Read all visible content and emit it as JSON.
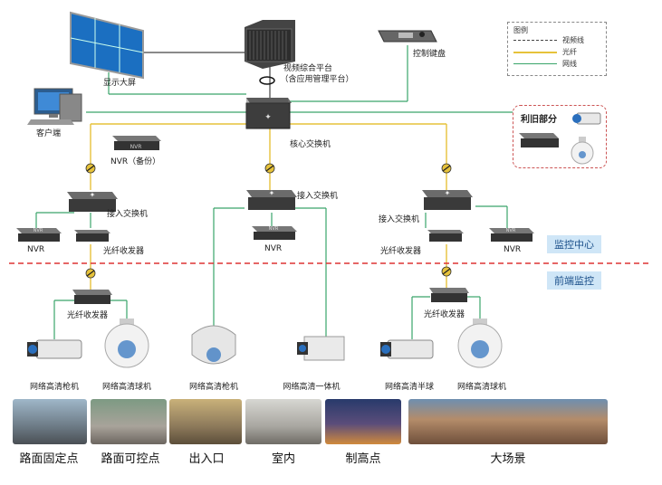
{
  "top": {
    "display_wall": "显示大屏",
    "platform_line1": "视频综合平台",
    "platform_line2": "（含应用管理平台）",
    "keyboard": "控制键盘",
    "client": "客户端"
  },
  "legend": {
    "title": "图例",
    "video_line": "视频线",
    "fiber": "光纤",
    "network": "网线",
    "colors": {
      "video_line": "#444444",
      "fiber": "#e6c23a",
      "network": "#3aa56a"
    }
  },
  "core_switch": "核心交换机",
  "nvr_backup": "NVR（备份）",
  "legacy": {
    "title": "利旧部分"
  },
  "branches": {
    "left": {
      "access_switch": "接入交换机",
      "nvr": "NVR",
      "fiber_transceiver": "光纤收发器"
    },
    "middle": {
      "access_switch": "接入交换机",
      "nvr": "NVR"
    },
    "right": {
      "access_switch": "接入交换机",
      "nvr": "NVR",
      "fiber_transceiver": "光纤收发器"
    }
  },
  "zones": {
    "monitoring_center": "监控中心",
    "frontend": "前端监控"
  },
  "frontend": {
    "left_transceiver": "光纤收发器",
    "right_transceiver": "光纤收发器",
    "cameras": [
      "网络高清枪机",
      "网络高清球机",
      "网络高清枪机",
      "网络高清一体机",
      "网络高清半球",
      "网络高清球机"
    ]
  },
  "scenes": [
    "路面固定点",
    "路面可控点",
    "出入口",
    "室内",
    "制高点",
    "大场景"
  ],
  "device_tags": {
    "nvr": "NVR"
  }
}
